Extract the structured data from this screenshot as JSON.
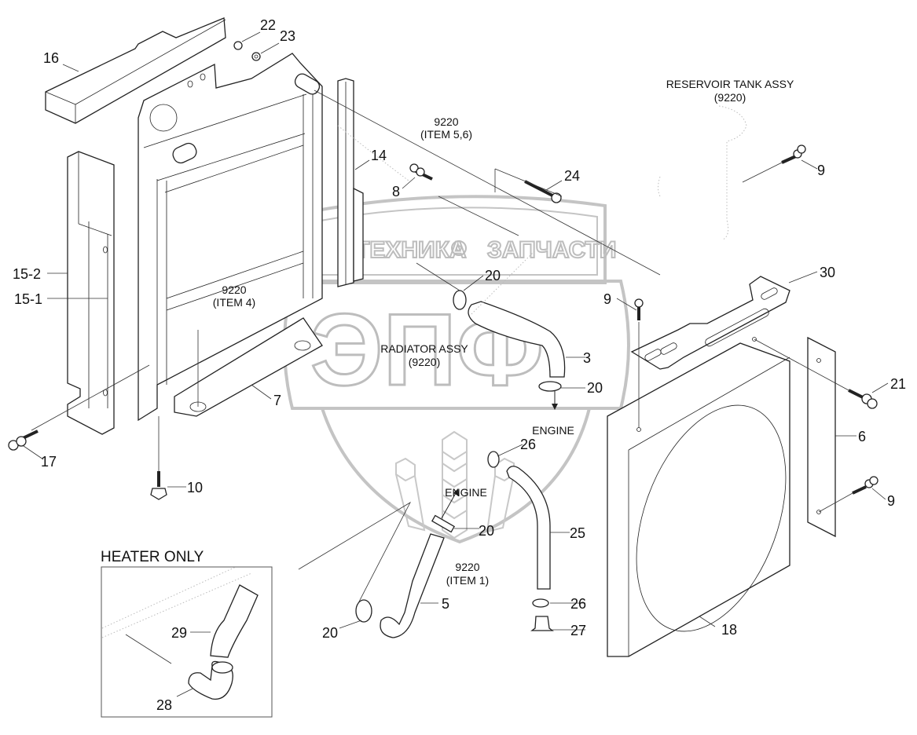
{
  "diagram": {
    "title": "Radiator assembly exploded parts view",
    "assembly_labels": {
      "radiator_assy": "RADIATOR ASSY",
      "radiator_assy_ref": "(9220)",
      "reservoir_tank": "RESERVOIR TANK ASSY",
      "reservoir_tank_ref": "(9220)",
      "ref_item56_a": "9220",
      "ref_item56_b": "(ITEM 5,6)",
      "ref_item4_a": "9220",
      "ref_item4_b": "(ITEM 4)",
      "ref_item1_a": "9220",
      "ref_item1_b": "(ITEM 1)",
      "engine_upper": "ENGINE",
      "engine_lower": "ENGINE",
      "heater_only": "HEATER ONLY"
    },
    "watermark": {
      "line1_left": "ТЕХНИКА",
      "line1_right": "ЗАПЧАСТИ",
      "logo": "ЭПФ"
    },
    "callouts": [
      {
        "id": "c16",
        "text": "16"
      },
      {
        "id": "c22",
        "text": "22"
      },
      {
        "id": "c23",
        "text": "23"
      },
      {
        "id": "c14",
        "text": "14"
      },
      {
        "id": "c8",
        "text": "8"
      },
      {
        "id": "c24",
        "text": "24"
      },
      {
        "id": "c9a",
        "text": "9"
      },
      {
        "id": "c15-2",
        "text": "15-2"
      },
      {
        "id": "c15-1",
        "text": "15-1"
      },
      {
        "id": "c20a",
        "text": "20"
      },
      {
        "id": "c30",
        "text": "30"
      },
      {
        "id": "c9b",
        "text": "9"
      },
      {
        "id": "c3",
        "text": "3"
      },
      {
        "id": "c20b",
        "text": "20"
      },
      {
        "id": "c21",
        "text": "21"
      },
      {
        "id": "c7",
        "text": "7"
      },
      {
        "id": "c6",
        "text": "6"
      },
      {
        "id": "c17",
        "text": "17"
      },
      {
        "id": "c26a",
        "text": "26"
      },
      {
        "id": "c10",
        "text": "10"
      },
      {
        "id": "c9c",
        "text": "9"
      },
      {
        "id": "c20c",
        "text": "20"
      },
      {
        "id": "c25",
        "text": "25"
      },
      {
        "id": "c5",
        "text": "5"
      },
      {
        "id": "c26b",
        "text": "26"
      },
      {
        "id": "c27",
        "text": "27"
      },
      {
        "id": "c20d",
        "text": "20"
      },
      {
        "id": "c18",
        "text": "18"
      },
      {
        "id": "c29",
        "text": "29"
      },
      {
        "id": "c28",
        "text": "28"
      }
    ]
  }
}
